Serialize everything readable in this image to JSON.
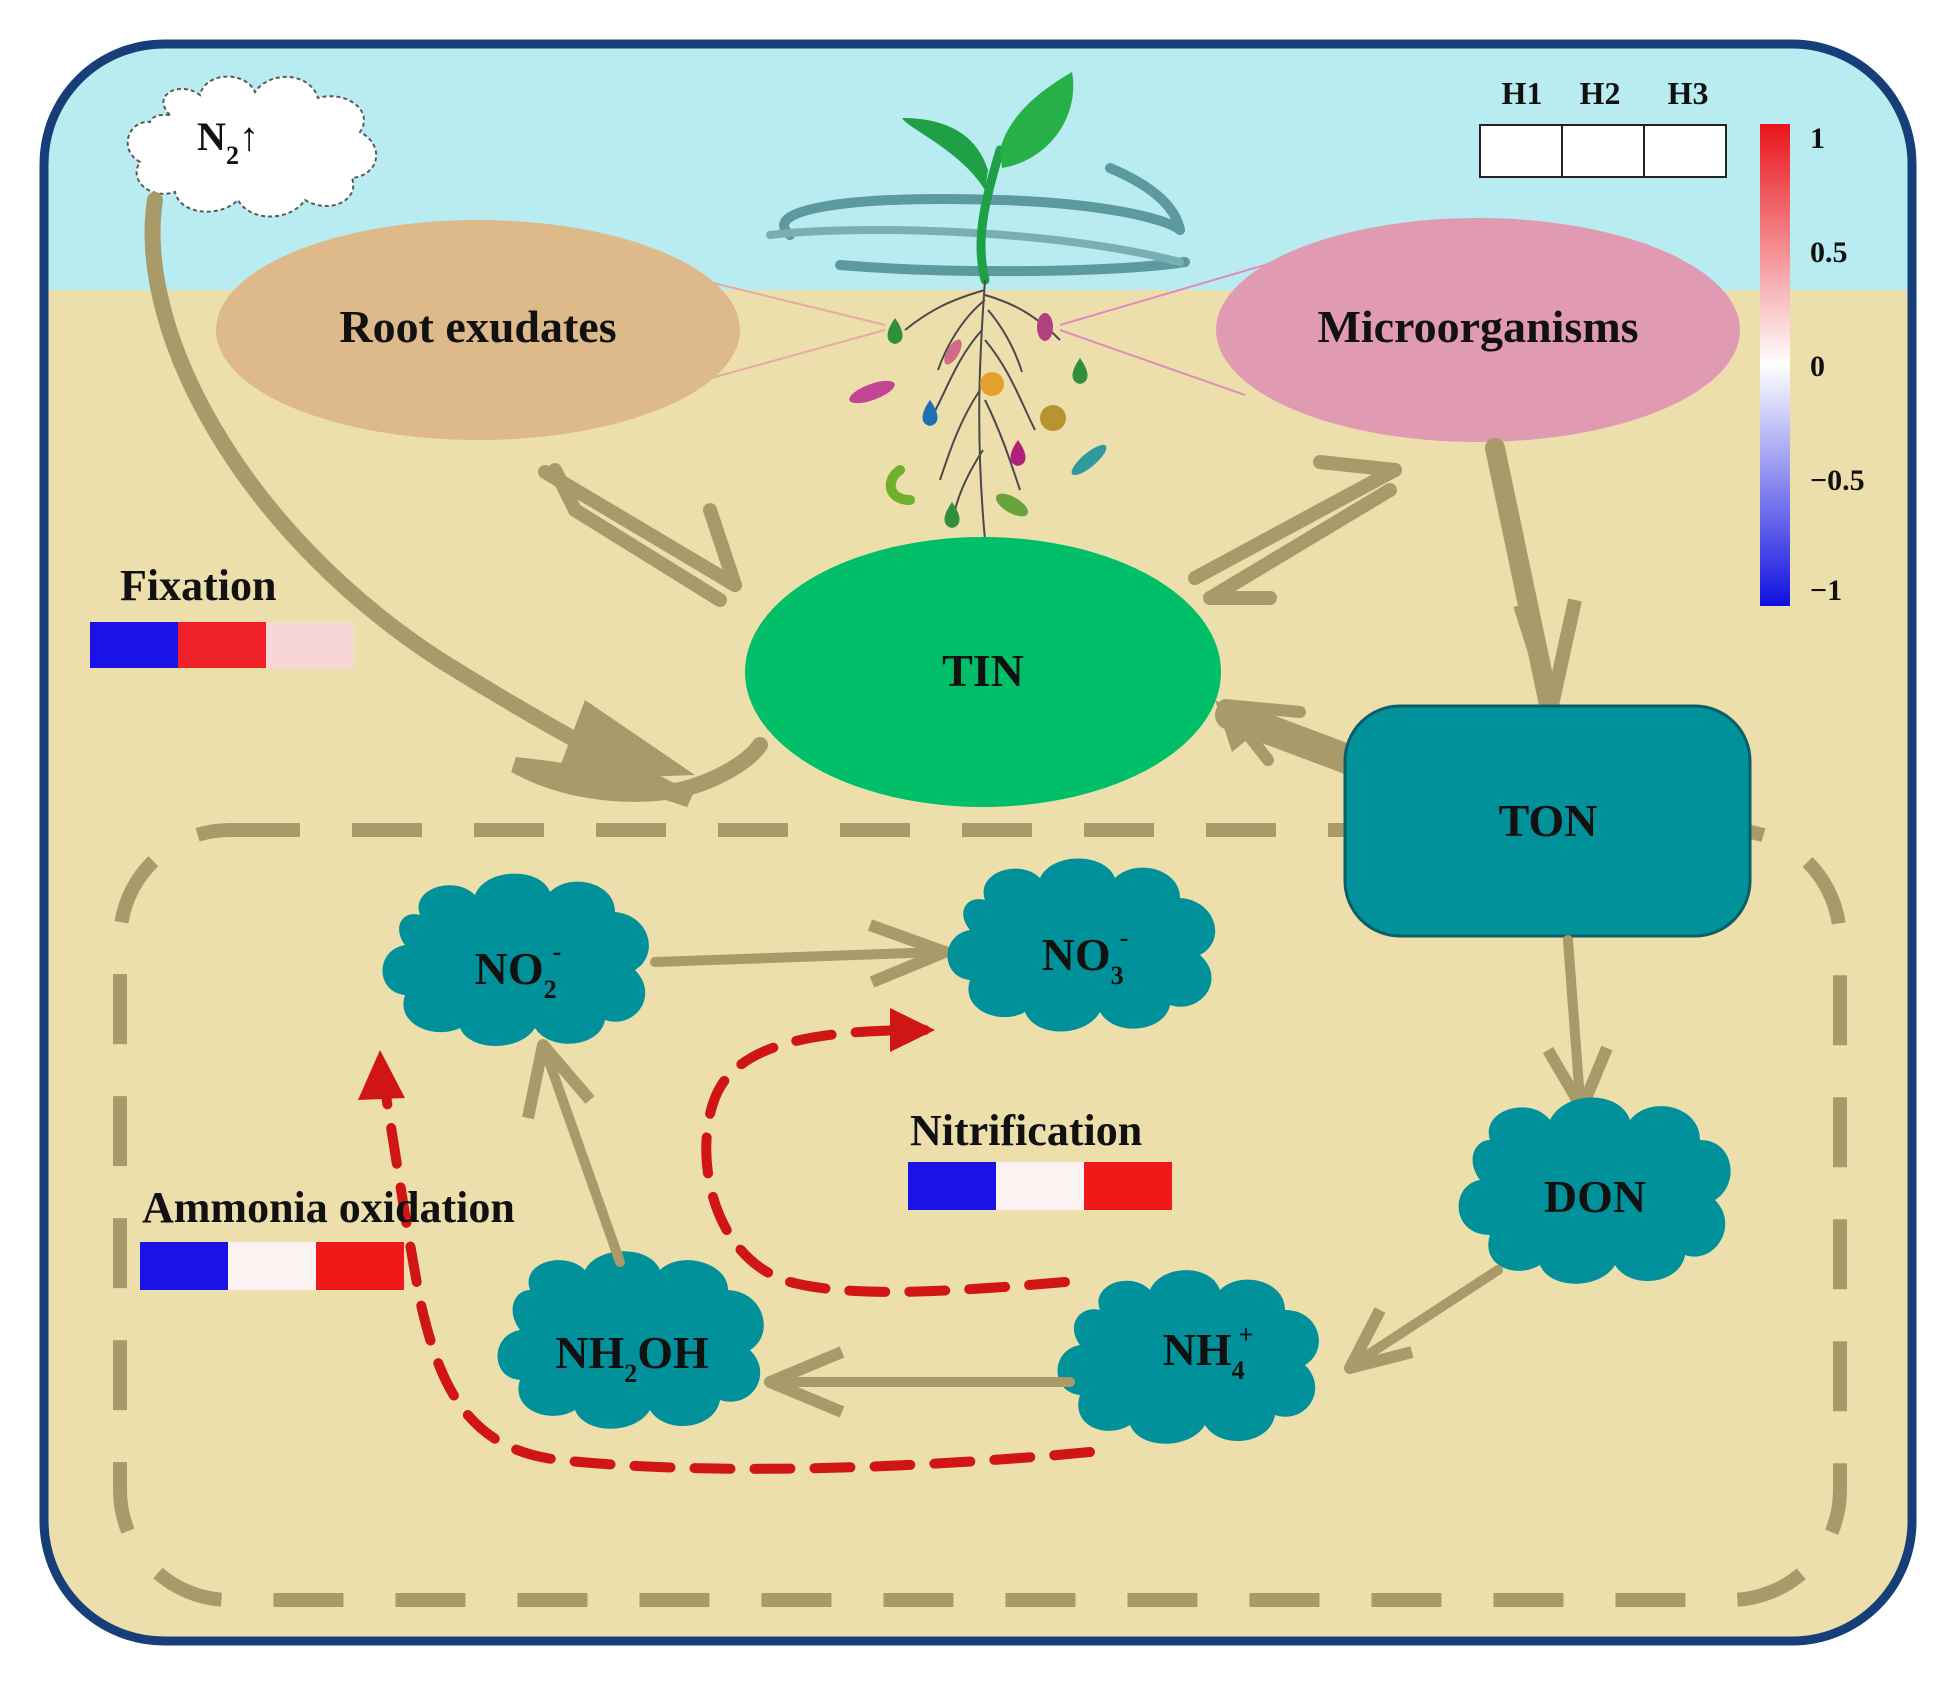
{
  "air": {
    "gas_label": "N",
    "gas_subscript": "2",
    "gas_arrow": "↑"
  },
  "pools": {
    "root_exudates": "Root exudates",
    "microorganisms": "Microorganisms",
    "tin": "TIN",
    "ton": "TON",
    "don": "DON"
  },
  "species": {
    "nitrite": {
      "main": "NO",
      "sub": "2",
      "sup": "-"
    },
    "nitrate": {
      "main": "NO",
      "sub": "3",
      "sup": "-"
    },
    "hydroxylamine": {
      "pre": "NH",
      "sub": "2",
      "post": "OH"
    },
    "ammonium": {
      "main": "NH",
      "sub": "4",
      "sup": "+"
    }
  },
  "treatments": [
    "H1",
    "H2",
    "H3"
  ],
  "colorbar": {
    "ticks": [
      "1",
      "0.5",
      "0",
      "−0.5",
      "−1"
    ],
    "high_color": "#e8141b",
    "mid_color": "#ffffff",
    "low_color": "#1010e0"
  },
  "processes": {
    "fixation": {
      "label": "Fixation",
      "colors": [
        "#1a12e6",
        "#f02028",
        "#f9d6d6"
      ]
    },
    "nitrification": {
      "label": "Nitrification",
      "colors": [
        "#1a12e6",
        "#fbf2f2",
        "#f01818"
      ]
    },
    "ammonia_oxidation": {
      "label": "Ammonia oxidation",
      "colors": [
        "#1a12e6",
        "#fbf2f2",
        "#f01818"
      ]
    }
  },
  "colors": {
    "sky": "#b9ecf0",
    "soil": "#ecdfac",
    "frame": "#163f7a",
    "arrow": "#a99a6a",
    "teal": "#00919b",
    "tin_green": "#00bf68",
    "root_pill": "#deb98a",
    "micro_pill": "#e09bb3",
    "dashed_red": "#d01515"
  }
}
